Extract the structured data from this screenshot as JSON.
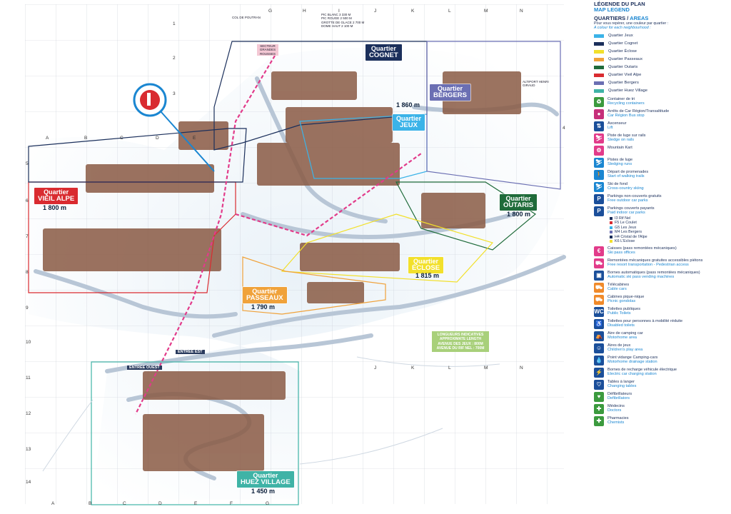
{
  "legend": {
    "title_fr": "LÉGENDE DU PLAN",
    "title_en": "MAP LEGEND",
    "areas_title": "QUARTIERS / ",
    "areas_title_en": "AREAS",
    "note_fr": "Pour vous repérer, une couleur par quartier :",
    "note_en": "A colour for each neighbourhood :",
    "quarters": [
      {
        "name": "Quartier Jeux",
        "color": "#3bb3e8"
      },
      {
        "name": "Quartier Cognet",
        "color": "#1b2f5b"
      },
      {
        "name": "Quartier Éclose",
        "color": "#f2e02b"
      },
      {
        "name": "Quartier Passeaux",
        "color": "#f0a23a"
      },
      {
        "name": "Quartier Outaris",
        "color": "#1f6b3a"
      },
      {
        "name": "Quartier Vieil Alpe",
        "color": "#d92b30"
      },
      {
        "name": "Quartier Bergers",
        "color": "#6b6fb3"
      },
      {
        "name": "Quartier Huez Village",
        "color": "#3fb3a6"
      }
    ],
    "items": [
      {
        "icon": "recycling-icon",
        "glyph": "♻",
        "color": "#3b9a3e",
        "fr": "Container de tri",
        "en": "Recycling containers"
      },
      {
        "icon": "bus-stop-icon",
        "glyph": "●",
        "color": "#c62f7a",
        "fr": "Arrêts de Car Région/Transaltitude",
        "en": "Car Région Bus stop"
      },
      {
        "icon": "lift-icon",
        "glyph": "⇅",
        "color": "#1b4f9a",
        "fr": "Ascenseur",
        "en": "Lift"
      },
      {
        "icon": "sledge-rails-icon",
        "glyph": "⛷",
        "color": "#e23b8a",
        "fr": "Piste de luge sur rails",
        "en": "Sledge on rails"
      },
      {
        "icon": "mountain-kart-icon",
        "glyph": "⚙",
        "color": "#e23b8a",
        "fr": "Mountain Kart",
        "en": ""
      },
      {
        "icon": "sledging-icon",
        "glyph": "⛷",
        "color": "#1a86d1",
        "fr": "Pistes de luge",
        "en": "Sledging runs"
      },
      {
        "icon": "walking-trail-icon",
        "glyph": "🚶",
        "color": "#1a86d1",
        "fr": "Départ de promenades",
        "en": "Start of walking trails"
      },
      {
        "icon": "cross-country-icon",
        "glyph": "⛷",
        "color": "#1a86d1",
        "fr": "Ski de fond",
        "en": "Cross-country skiing"
      },
      {
        "icon": "free-parking-icon",
        "glyph": "P",
        "color": "#1b4f9a",
        "fr": "Parkings non-couverts gratuits",
        "en": "Free outdoor car parks"
      },
      {
        "icon": "paid-parking-icon",
        "glyph": "P",
        "color": "#1b4f9a",
        "fr": "Parkings couverts payants",
        "en": "Paid indoor car parks"
      }
    ],
    "parkings": [
      {
        "label": "I3 Rif Nel",
        "color": "#1b2f5b"
      },
      {
        "label": "F5 Le Coulet",
        "color": "#d92b30"
      },
      {
        "label": "G5 Les Jeux",
        "color": "#3bb3e8"
      },
      {
        "label": "M4 Les Bergers",
        "color": "#6b6fb3"
      },
      {
        "label": "H4 Cristal de l'Alpe",
        "color": "#1b2f5b"
      },
      {
        "label": "K6 L'Eclose",
        "color": "#f2e02b"
      }
    ],
    "items2": [
      {
        "icon": "ski-pass-office-icon",
        "glyph": "€",
        "color": "#e23b8a",
        "fr": "Caisses (pass remontées mécaniques)",
        "en": "Ski pass offices"
      },
      {
        "icon": "free-transport-icon",
        "glyph": "⛟",
        "color": "#e23b8a",
        "fr": "Remontées mécaniques gratuites accessibles piétons",
        "en": "Free resort transportation - Pedestrian access"
      },
      {
        "icon": "vending-machine-icon",
        "glyph": "▣",
        "color": "#1b4f9a",
        "fr": "Bornes automatiques (pass remontées mécaniques)",
        "en": "Automatic ski pass vending machines"
      },
      {
        "icon": "cable-car-icon",
        "glyph": "⛟",
        "color": "#f08a2a",
        "fr": "Télécabines",
        "en": "Cable cars"
      },
      {
        "icon": "picnic-gondola-icon",
        "glyph": "⛟",
        "color": "#f08a2a",
        "fr": "Cabines pique-nique",
        "en": "Picnic gondolas"
      },
      {
        "icon": "toilets-icon",
        "glyph": "WC",
        "color": "#1b4f9a",
        "fr": "Toilettes publiques",
        "en": "Public Toilets"
      },
      {
        "icon": "disabled-toilets-icon",
        "glyph": "♿",
        "color": "#1b4f9a",
        "fr": "Toilettes pour personnes à mobilité réduite",
        "en": "Disabled toilets"
      },
      {
        "icon": "motorhome-icon",
        "glyph": "⛺",
        "color": "#1b4f9a",
        "fr": "Aire de camping car",
        "en": "Motorhome area"
      },
      {
        "icon": "play-area-icon",
        "glyph": "☺",
        "color": "#1b4f9a",
        "fr": "Aires de jeux",
        "en": "Children's play area"
      },
      {
        "icon": "drainage-icon",
        "glyph": "💧",
        "color": "#1b4f9a",
        "fr": "Point vidange Camping-cars",
        "en": "Motorhome drainage station"
      },
      {
        "icon": "ev-charging-icon",
        "glyph": "⚡",
        "color": "#1b4f9a",
        "fr": "Bornes de recharge véhicule électrique",
        "en": "Electric car charging station"
      },
      {
        "icon": "changing-table-icon",
        "glyph": "♡",
        "color": "#1b4f9a",
        "fr": "Tables à langer",
        "en": "Changing tables"
      },
      {
        "icon": "defibrillator-icon",
        "glyph": "♥",
        "color": "#3b9a3e",
        "fr": "Défibrillateurs",
        "en": "Defibrillators"
      },
      {
        "icon": "doctor-icon",
        "glyph": "✚",
        "color": "#3b9a3e",
        "fr": "Médecins",
        "en": "Doctors"
      },
      {
        "icon": "pharmacy-icon",
        "glyph": "✚",
        "color": "#3b9a3e",
        "fr": "Pharmacies",
        "en": "Chemists"
      }
    ]
  },
  "map": {
    "quarters": [
      {
        "id": "cognet",
        "prefix": "Quartier",
        "name": "COGNET",
        "altitude": "1 860 m",
        "color": "#1b2f5b"
      },
      {
        "id": "jeux",
        "prefix": "Quartier",
        "name": "JEUX",
        "altitude": "",
        "color": "#3bb3e8"
      },
      {
        "id": "bergers",
        "prefix": "Quartier",
        "name": "BERGERS",
        "altitude": "",
        "color": "#6b6fb3"
      },
      {
        "id": "vieil-alpe",
        "prefix": "Quartier",
        "name": "VIEIL ALPE",
        "altitude": "1 800 m",
        "color": "#d92b30"
      },
      {
        "id": "outaris",
        "prefix": "Quartier",
        "name": "OUTARIS",
        "altitude": "1 800 m",
        "color": "#1f6b3a"
      },
      {
        "id": "eclose",
        "prefix": "Quartier",
        "name": "ÉCLOSE",
        "altitude": "1 815 m",
        "color": "#f2e02b"
      },
      {
        "id": "passeaux",
        "prefix": "Quartier",
        "name": "PASSEAUX",
        "altitude": "1 790 m",
        "color": "#f0a23a"
      },
      {
        "id": "huez-village",
        "prefix": "Quartier",
        "name": "HUEZ VILLAGE",
        "altitude": "1 450 m",
        "color": "#3fb3a6"
      }
    ],
    "lengths_text": [
      "LONGUEURS INDICATIVES",
      "APPROXIMATE LENGTH",
      "AVENUE DES JEUX : 800M",
      "AVENUE DU RIF NEL : 700M"
    ],
    "entrances": [
      "ENTRÉE EST",
      "ENTRÉE OUEST"
    ],
    "peak_note": [
      "PIC BLANC 3 330 M",
      "PIC ROUGE 2 500 M",
      "GROTTE DE GLACE 2 700 M",
      "DOME HAUT 2 100 M"
    ],
    "col_note": "COL DE POUTRAN",
    "sector_note": "SECTEUR GRANDES ROUSSES",
    "altiport_note": "ALTIPORT HENRI GIRAUD",
    "cols_top": [
      "G",
      "H",
      "I",
      "J",
      "K",
      "L",
      "M",
      "N"
    ],
    "cols_mid": [
      "A",
      "B",
      "C",
      "D",
      "E"
    ],
    "cols_low": [
      "J",
      "K",
      "L",
      "M",
      "N"
    ],
    "cols_bottom": [
      "A",
      "B",
      "C",
      "D",
      "E",
      "F",
      "G"
    ],
    "rows": [
      "1",
      "2",
      "3",
      "4",
      "5",
      "6",
      "7",
      "8",
      "9",
      "10",
      "11",
      "12",
      "13",
      "14"
    ]
  }
}
